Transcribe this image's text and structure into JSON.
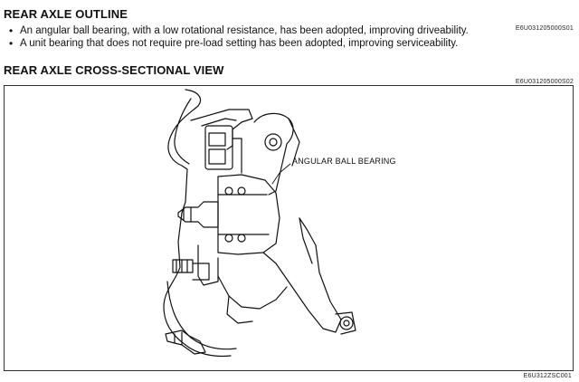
{
  "outline": {
    "title": "REAR AXLE OUTLINE",
    "code": "E6U031205000S01",
    "bullets": [
      "An angular ball bearing, with a low rotational resistance, has been adopted, improving driveability.",
      "A unit bearing that does not require pre-load setting has been adopted, improving serviceability."
    ]
  },
  "section": {
    "title": "REAR AXLE CROSS-SECTIONAL VIEW",
    "code": "E6U031205000S02"
  },
  "figure": {
    "callout_label": "ANGULAR BALL BEARING",
    "figure_code": "E6U312ZSC001"
  }
}
